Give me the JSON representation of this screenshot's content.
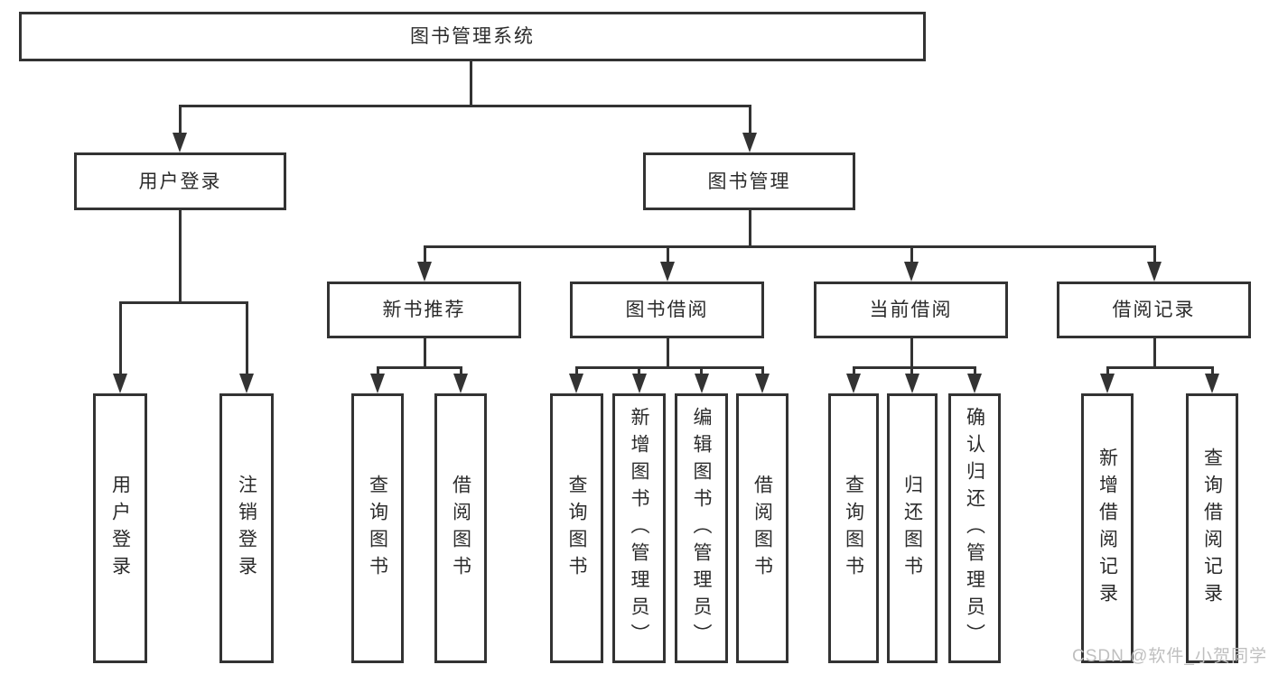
{
  "nodes": {
    "root": "图书管理系统",
    "l2_user": "用户登录",
    "l2_book": "图书管理",
    "l3_recommend": "新书推荐",
    "l3_borrow": "图书借阅",
    "l3_current": "当前借阅",
    "l3_records": "借阅记录",
    "leaf_user_login": "用户登录",
    "leaf_user_logout": "注销登录",
    "leaf_rec_query": "查询图书",
    "leaf_rec_borrow": "借阅图书",
    "leaf_bor_query": "查询图书",
    "leaf_bor_add": "新增图书（管理员）",
    "leaf_bor_edit": "编辑图书（管理员）",
    "leaf_bor_borrow": "借阅图书",
    "leaf_cur_query": "查询图书",
    "leaf_cur_return": "归还图书",
    "leaf_cur_confirm": "确认归还（管理员）",
    "leaf_log_add": "新增借阅记录",
    "leaf_log_query": "查询借阅记录"
  },
  "watermark": "CSDN @软件_小贺同学",
  "colors": {
    "line": "#333333",
    "text": "#2b2b2b",
    "watermark": "#bfbfbf",
    "background": "#ffffff"
  }
}
